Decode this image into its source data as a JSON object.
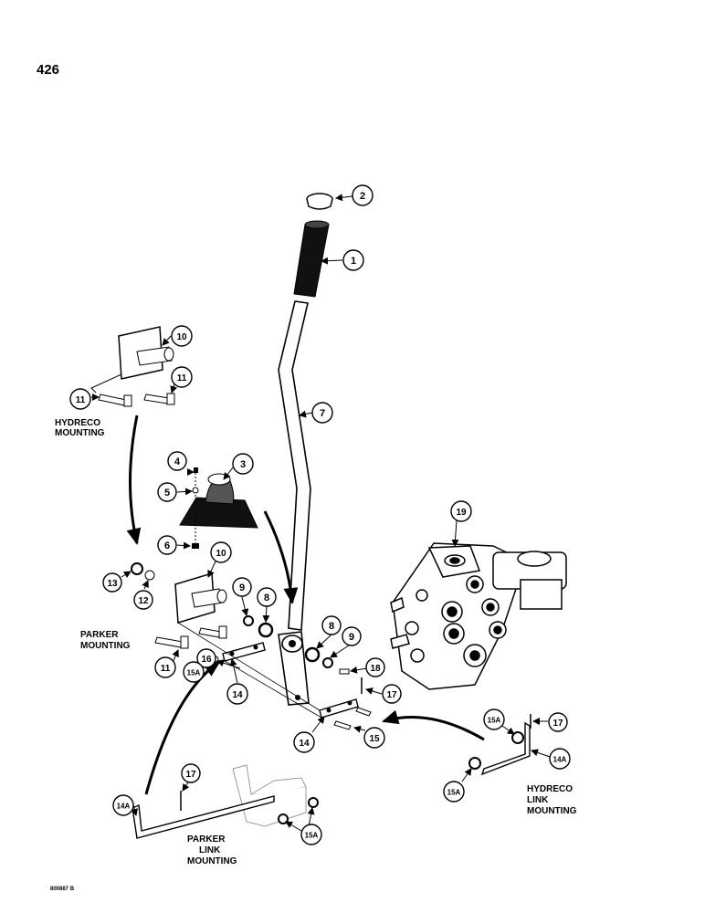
{
  "page_number": "426",
  "callouts": {
    "c1": "1",
    "c2": "2",
    "c3": "3",
    "c4": "4",
    "c5": "5",
    "c6": "6",
    "c7": "7",
    "c8a": "8",
    "c8b": "8",
    "c9a": "9",
    "c9b": "9",
    "c10a": "10",
    "c10b": "10",
    "c11a": "11",
    "c11b": "11",
    "c11c": "11",
    "c12": "12",
    "c13": "13",
    "c14a": "14",
    "c14b": "14",
    "c14Aa": "14A",
    "c14Ab": "14A",
    "c15a": "15",
    "c15Aa": "15A",
    "c15Ab": "15A",
    "c15Ac": "15A",
    "c15Ad": "15A",
    "c16": "16",
    "c17a": "17",
    "c17b": "17",
    "c17c": "17",
    "c18": "18",
    "c19": "19"
  },
  "captions": {
    "hydreco_mounting": [
      "HYDRECO",
      "MOUNTING"
    ],
    "parker_mounting": [
      "PARKER",
      "MOUNTING"
    ],
    "parker_link_mounting": [
      "PARKER",
      "LINK",
      "MOUNTING"
    ],
    "hydreco_link_mounting": [
      "HYDRECO",
      "LINK",
      "MOUNTING"
    ]
  },
  "drawing_id": "800887 B"
}
